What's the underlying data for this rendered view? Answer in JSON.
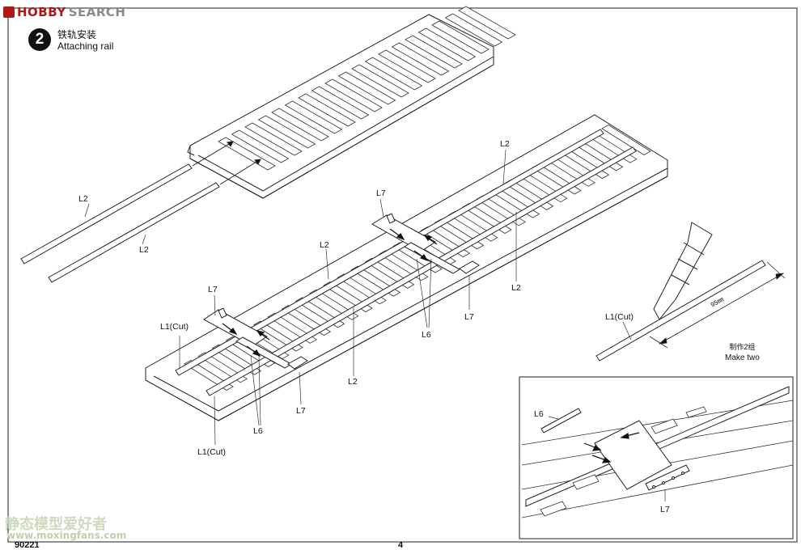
{
  "header": {
    "logo_hobby": "HOBBY",
    "logo_search": "SEARCH"
  },
  "step": {
    "number": "2",
    "title_cn": "铁轨安装",
    "title_en": "Attaching rail"
  },
  "labels": {
    "l2_a": "L2",
    "l2_b": "L2",
    "l2_c": "L2",
    "l2_d": "L2",
    "l2_e": "L2",
    "l7_a": "L7",
    "l7_b": "L7",
    "l7_c": "L7",
    "l7_d": "L7",
    "l7_e": "L7",
    "l6_a": "L6",
    "l6_b": "L6",
    "l6_c": "L6",
    "l1cut_a": "L1(Cut)",
    "l1cut_b": "L1(Cut)",
    "l1cut_c": "L1(Cut)"
  },
  "cut": {
    "length": "95㎜",
    "make_cn": "制作2组",
    "make_en": "Make two"
  },
  "watermark": {
    "cn": "静态模型爱好者",
    "url": "www.moxingfans.com"
  },
  "footer": {
    "code": "90221",
    "page": "4"
  }
}
